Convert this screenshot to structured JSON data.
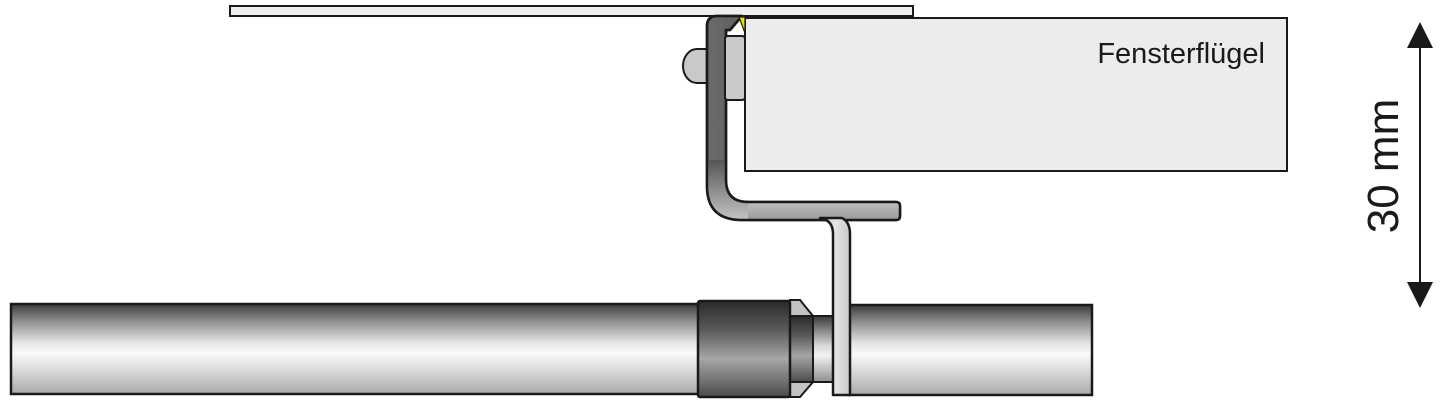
{
  "diagram": {
    "title": "Window curtain rod bracket cross-section",
    "labels": {
      "sash": "Fensterflügel",
      "dimension": "30 mm"
    },
    "colors": {
      "outline": "#1a1a1a",
      "sash_fill": "#ececec",
      "plate_fill": "#eeeeee",
      "bracket_dark": "#555555",
      "bracket_light": "#c8c8c8",
      "screw_fill": "#c9c9c9",
      "wedge": "#f2e000",
      "rod_dark": "#3a3a3a",
      "rod_light": "#f6f6f6",
      "sleeve_dark": "#2e2e2e",
      "sleeve_light": "#a8a8a8"
    },
    "components": [
      "window-frame-plate",
      "window-sash",
      "mounting-bracket",
      "screw-head",
      "clamp-block",
      "wedge",
      "curtain-rod-left",
      "rod-end-sleeve",
      "rod-neck",
      "curtain-rod-right",
      "dimension-arrow"
    ]
  }
}
